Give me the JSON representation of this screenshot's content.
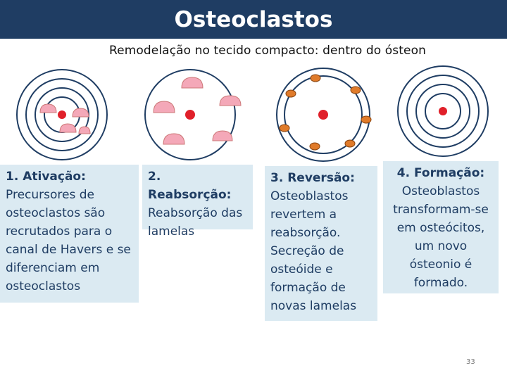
{
  "title": "Osteoclastos",
  "subtitle": "Remodelação no tecido compacto: dentro do ósteon",
  "colors": {
    "title_bar": "#1f3d63",
    "box_background": "#dbeaf2",
    "box_text": "#1f3d63",
    "ring": "#1f3d63",
    "havers_canal": "#e0202a",
    "osteoclast": "#f4a8b8",
    "osteoblast": "#e07b2a"
  },
  "steps": [
    {
      "title": "1. Ativação:",
      "body": "Precursores de\nosteoclastos são\nrecrutados para o\ncanal de Havers e se\ndiferenciam em\nosteoclastos"
    },
    {
      "title": "2. Reabsorção:",
      "body": "Reabsorção das\nlamelas"
    },
    {
      "title": "3. Reversão:",
      "body": "Osteoblastos\nrevertem a\nreabsorção.\nSecreção de\nosteóide e\nformação de\nnovas lamelas"
    },
    {
      "title": "4. Formação:",
      "body": "Osteoblastos\ntransformam-se\nem osteócitos,\num novo\nósteonio é\nformado."
    }
  ],
  "page_number": "33"
}
